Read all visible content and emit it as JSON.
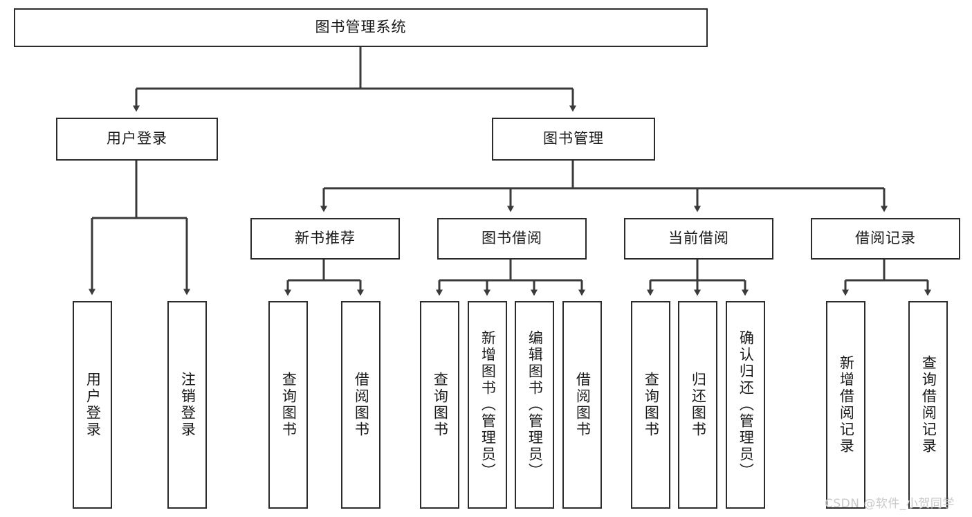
{
  "diagram": {
    "title": "图书管理系统",
    "type": "tree-hierarchy-chart",
    "watermark": "CSDN @软件_小贺同学",
    "colors": {
      "box_border": "#2b2b2b",
      "box_fill": "#ffffff",
      "connector": "#3a3a3a",
      "text": "#1a1a1a",
      "watermark": "#c9c9c9",
      "background": "#ffffff"
    },
    "root": {
      "label": "图书管理系统",
      "name": "root-node"
    },
    "level2": [
      {
        "label": "用户登录",
        "name": "node-user-login"
      },
      {
        "label": "图书管理",
        "name": "node-book-management"
      }
    ],
    "level3": [
      {
        "label": "新书推荐",
        "name": "node-new-book-recommend"
      },
      {
        "label": "图书借阅",
        "name": "node-book-borrow"
      },
      {
        "label": "当前借阅",
        "name": "node-current-borrow"
      },
      {
        "label": "借阅记录",
        "name": "node-borrow-record"
      }
    ],
    "leaves": {
      "user_login": [
        {
          "label": "用户登录",
          "name": "leaf-user-login"
        },
        {
          "label": "注销登录",
          "name": "leaf-logout"
        }
      ],
      "new_book_recommend": [
        {
          "label": "查询图书",
          "name": "leaf-query-book-1"
        },
        {
          "label": "借阅图书",
          "name": "leaf-borrow-book-1"
        }
      ],
      "book_borrow": [
        {
          "label": "查询图书",
          "name": "leaf-query-book-2"
        },
        {
          "label": "新增图书（管理员）",
          "name": "leaf-add-book-admin"
        },
        {
          "label": "编辑图书（管理员）",
          "name": "leaf-edit-book-admin"
        },
        {
          "label": "借阅图书",
          "name": "leaf-borrow-book-2"
        }
      ],
      "current_borrow": [
        {
          "label": "查询图书",
          "name": "leaf-query-book-3"
        },
        {
          "label": "归还图书",
          "name": "leaf-return-book"
        },
        {
          "label": "确认归还（管理员）",
          "name": "leaf-confirm-return-admin"
        }
      ],
      "borrow_record": [
        {
          "label": "新增借阅记录",
          "name": "leaf-add-borrow-record"
        },
        {
          "label": "查询借阅记录",
          "name": "leaf-query-borrow-record"
        }
      ]
    }
  }
}
